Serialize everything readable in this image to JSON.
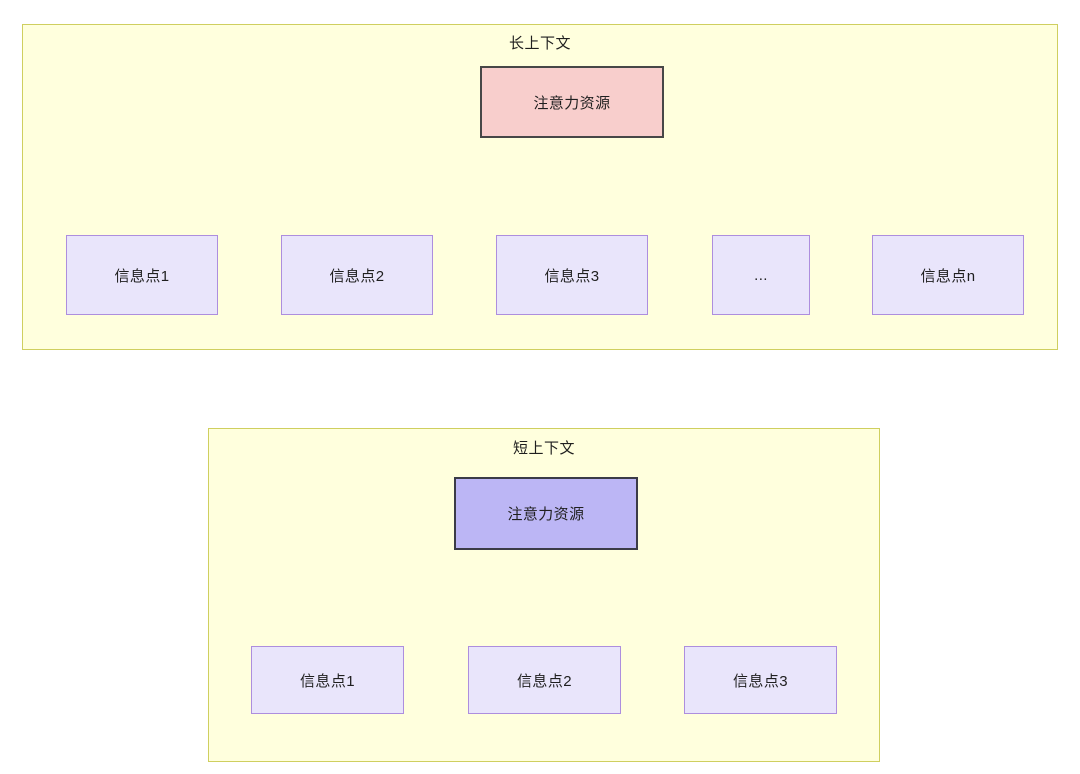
{
  "diagram": {
    "title_semantic": "attention-resource-allocation-long-vs-short-context",
    "background_color": "#ffffff",
    "panel_fill": "#ffffdd",
    "panel_border": "#cfcf5f",
    "edge_color": "#30302e"
  },
  "panels": [
    {
      "id": "long-context",
      "label": "长上下文",
      "root": {
        "label": "注意力资源",
        "fill": "#f8cecc",
        "border": "#474747"
      },
      "children": [
        {
          "label": "信息点1",
          "fill": "#e9e5fb",
          "border": "#ad8ede"
        },
        {
          "label": "信息点2",
          "fill": "#e9e5fb",
          "border": "#ad8ede"
        },
        {
          "label": "信息点3",
          "fill": "#e9e5fb",
          "border": "#ad8ede"
        },
        {
          "label": "...",
          "fill": "#e9e5fb",
          "border": "#ad8ede"
        },
        {
          "label": "信息点n",
          "fill": "#e9e5fb",
          "border": "#ad8ede"
        }
      ]
    },
    {
      "id": "short-context",
      "label": "短上下文",
      "root": {
        "label": "注意力资源",
        "fill": "#bcb6f5",
        "border": "#3b3b47"
      },
      "children": [
        {
          "label": "信息点1",
          "fill": "#e9e5fb",
          "border": "#ad8ede"
        },
        {
          "label": "信息点2",
          "fill": "#e9e5fb",
          "border": "#ad8ede"
        },
        {
          "label": "信息点3",
          "fill": "#e9e5fb",
          "border": "#ad8ede"
        }
      ]
    }
  ]
}
